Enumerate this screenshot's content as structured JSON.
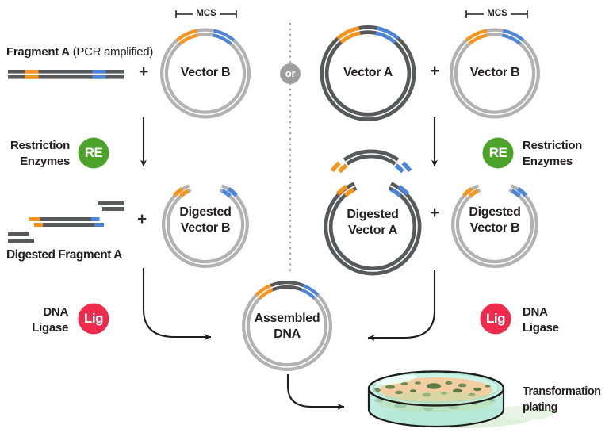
{
  "symbols": {
    "plus": "+",
    "or": "or"
  },
  "badges": {
    "restriction_enzyme": "RE",
    "ligase": "Lig"
  },
  "left_branch": {
    "fragment_name": "Fragment A",
    "fragment_note": " (PCR amplified)",
    "mcs": "MCS",
    "vector": "Vector B",
    "restriction_line1": "Restriction",
    "restriction_line2": "Enzymes",
    "digested_fragment": "Digested Fragment A",
    "digested_vector_line1": "Digested",
    "digested_vector_line2": "Vector B",
    "ligase_line1": "DNA",
    "ligase_line2": "Ligase"
  },
  "right_branch": {
    "vector_a": "Vector A",
    "mcs": "MCS",
    "vector_b": "Vector B",
    "restriction_line1": "Restriction",
    "restriction_line2": "Enzymes",
    "digested_vector_a_line1": "Digested",
    "digested_vector_a_line2": "Vector A",
    "digested_vector_b_line1": "Digested",
    "digested_vector_b_line2": "Vector B",
    "ligase_line1": "DNA",
    "ligase_line2": "Ligase"
  },
  "result": {
    "assembled_line1": "Assembled",
    "assembled_line2": "DNA",
    "outcome_line1": "Transformation",
    "outcome_line2": "plating"
  },
  "colors": {
    "insert_orange": "#F7941E",
    "insert_blue": "#4D86D8",
    "vector_light_gray": "#B2B2B2",
    "vector_dark_gray": "#58595B",
    "enzyme_green": "#4DA32A",
    "ligase_red": "#EE2B4D",
    "or_gray": "#9E9E9E",
    "text": "#231F20",
    "dish_rim": "#CDF2E6",
    "agar": "#F2CFA2",
    "colony_green": "#6F8B53"
  }
}
